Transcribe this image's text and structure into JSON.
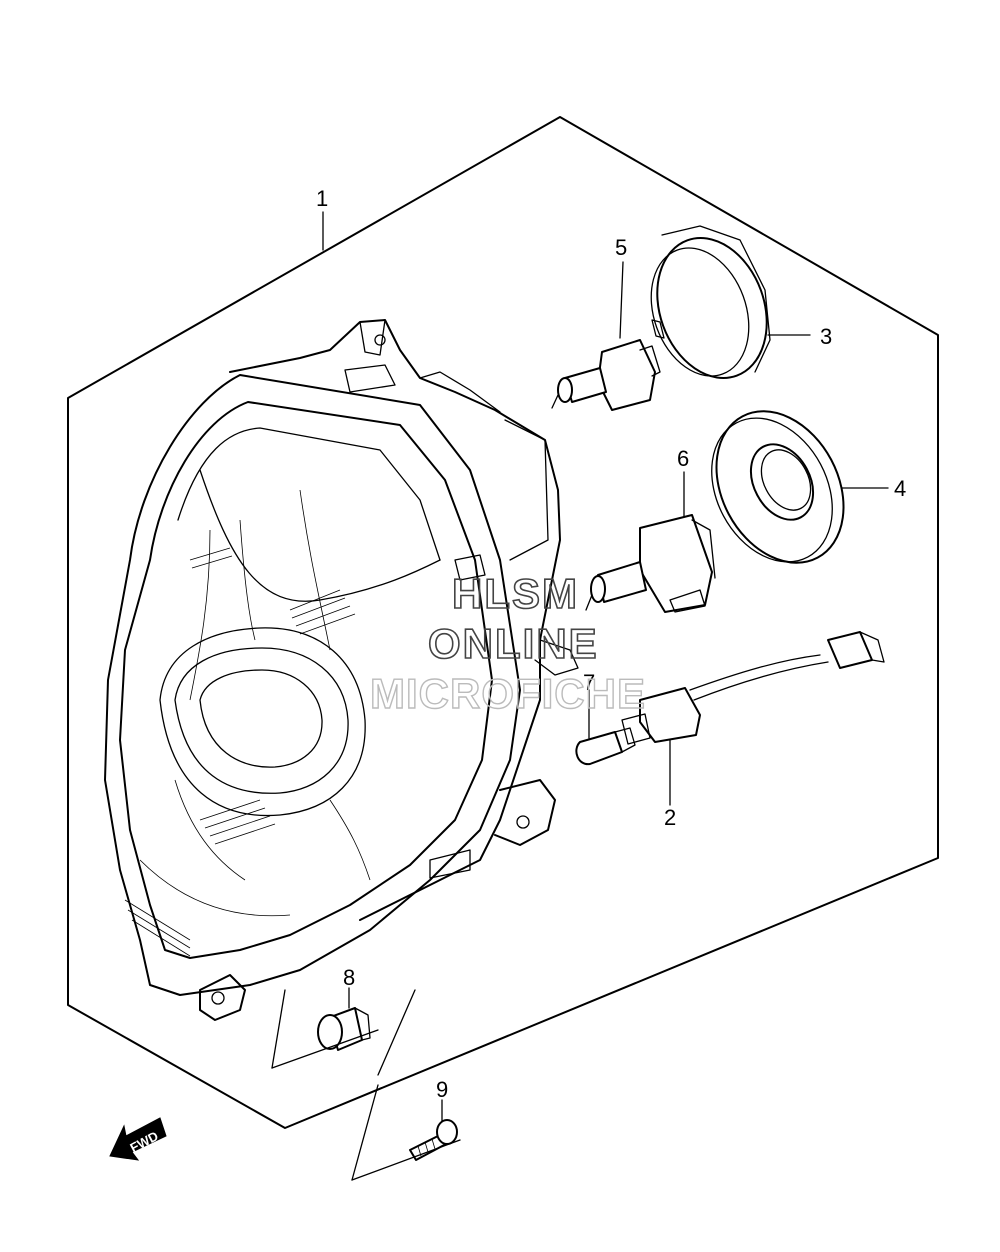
{
  "callouts": {
    "c1": "1",
    "c2": "2",
    "c3": "3",
    "c4": "4",
    "c5": "5",
    "c6": "6",
    "c7": "7",
    "c8": "8",
    "c9": "9"
  },
  "watermark": {
    "line1": "HLSM",
    "line2": "ONLINE",
    "line3": "MICROFICHE"
  },
  "fwd_arrow": {
    "label": "FWD"
  }
}
